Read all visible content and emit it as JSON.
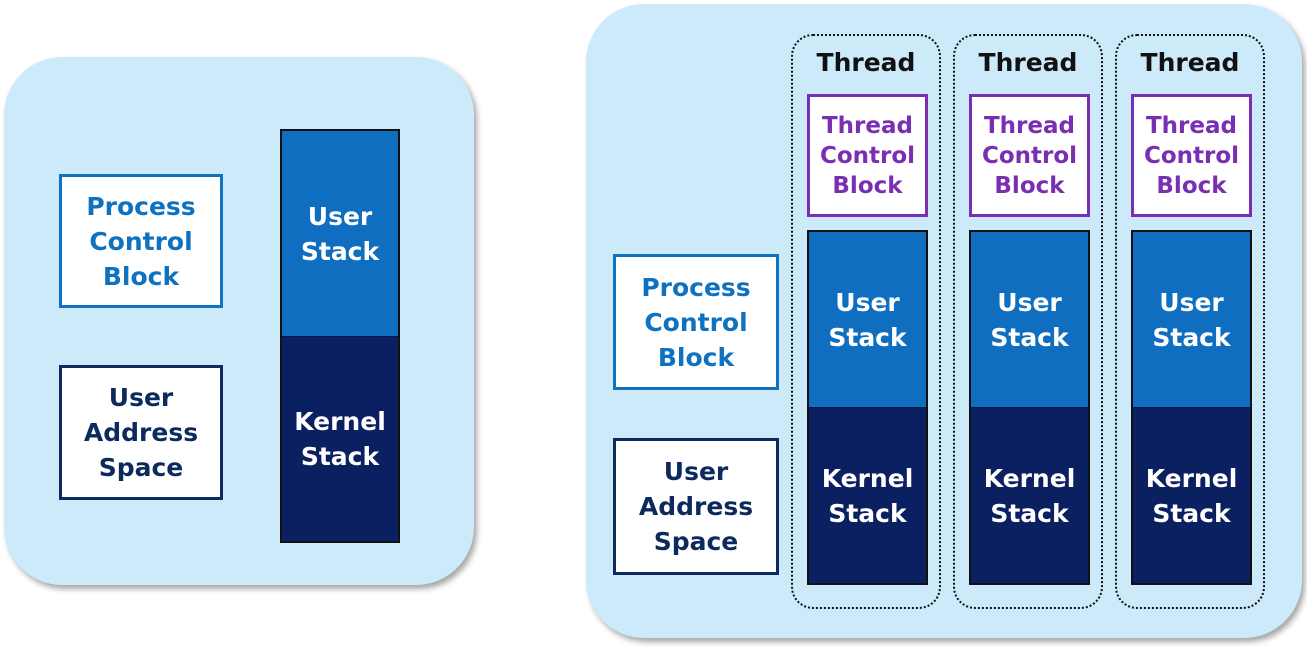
{
  "single_threaded": {
    "process_control_block": "Process\nControl\nBlock",
    "user_address_space": "User\nAddress\nSpace",
    "user_stack": "User\nStack",
    "kernel_stack": "Kernel\nStack"
  },
  "multi_threaded": {
    "process_control_block": "Process\nControl\nBlock",
    "user_address_space": "User\nAddress\nSpace",
    "threads": [
      {
        "title": "Thread",
        "control_block": "Thread\nControl\nBlock",
        "user_stack": "User\nStack",
        "kernel_stack": "Kernel\nStack"
      },
      {
        "title": "Thread",
        "control_block": "Thread\nControl\nBlock",
        "user_stack": "User\nStack",
        "kernel_stack": "Kernel\nStack"
      },
      {
        "title": "Thread",
        "control_block": "Thread\nControl\nBlock",
        "user_stack": "User\nStack",
        "kernel_stack": "Kernel\nStack"
      }
    ]
  },
  "colors": {
    "panel": "#cdeafb",
    "process_control_block": "#0f72c0",
    "user_address_space": "#0d2a5e",
    "thread_control_block": "#7a2fb2",
    "user_stack": "#0f6ebf",
    "kernel_stack": "#0b2060"
  }
}
